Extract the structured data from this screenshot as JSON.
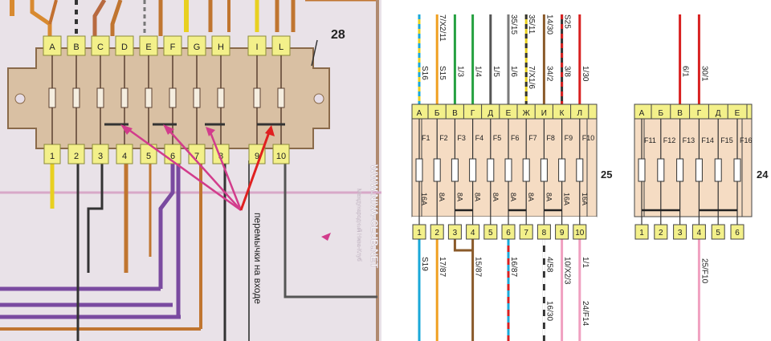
{
  "left_photo": {
    "block_number": "28",
    "top_terminals": [
      "A",
      "B",
      "C",
      "D",
      "E",
      "F",
      "G",
      "H",
      "I",
      "L"
    ],
    "bottom_terminals": [
      "1",
      "2",
      "3",
      "4",
      "5",
      "6",
      "7",
      "8",
      "9",
      "10"
    ],
    "annotation": "перемычки на входе",
    "watermark_main": "WWW.NIVA-CLUB.NET",
    "watermark_sub": "Международный Нива-Клуб"
  },
  "block25": {
    "number": "25",
    "top_letters": [
      "А",
      "Б",
      "В",
      "Г",
      "Д",
      "Е",
      "Ж",
      "И",
      "К",
      "Л"
    ],
    "fuses": [
      "F1",
      "F2",
      "F3",
      "F4",
      "F5",
      "F6",
      "F7",
      "F8",
      "F9",
      "F10"
    ],
    "ratings": [
      "16A",
      "8A",
      "8A",
      "8A",
      "8A",
      "8A",
      "8A",
      "8A",
      "16A",
      "16A"
    ],
    "bottom_numbers": [
      "1",
      "2",
      "3",
      "4",
      "5",
      "6",
      "7",
      "8",
      "9",
      "10"
    ],
    "top_wire_labels": [
      "S16",
      "S15",
      "1/3",
      "1/4",
      "1/5",
      "1/6",
      "7/X1/6",
      "34/2",
      "3/8",
      "1/30"
    ],
    "top_wire_labels_upper": [
      "",
      "7/X2/11",
      "",
      "",
      "",
      "35/15",
      "35/11",
      "14/30",
      "S25",
      ""
    ],
    "bottom_wire_labels": [
      "S19",
      "17/87",
      "15/87",
      "16/87",
      "4/58",
      "10/X2/3",
      "1/1"
    ],
    "bottom_wire_labels_lower": [
      "16/30",
      "24/F14"
    ]
  },
  "block24": {
    "number": "24",
    "top_letters": [
      "А",
      "Б",
      "В",
      "Г",
      "Д",
      "Е"
    ],
    "fuses": [
      "F11",
      "F12",
      "F13",
      "F14",
      "F15",
      "F16"
    ],
    "bottom_numbers": [
      "1",
      "2",
      "3",
      "4",
      "5",
      "6"
    ],
    "top_wire_labels": [
      "6/1",
      "30/1"
    ],
    "bottom_wire_labels": [
      "25/F10"
    ]
  },
  "colors": {
    "block_body": "#f5dcc3",
    "terminal_yellow": "#f3f08a",
    "photo_block": "#d9c0a3",
    "arrow_magenta": "#d23c8c",
    "arrow_red": "#e02020",
    "wire_red": "#d82020",
    "wire_green": "#25a040",
    "wire_cyan": "#1aa8d8",
    "wire_brown": "#8a5a2a",
    "wire_pink": "#f0a0c0",
    "wire_purple": "#7a4aa0",
    "wire_grey": "#7a7a7a",
    "wire_orange": "#f0a020",
    "wire_yellow": "#e8d020"
  }
}
